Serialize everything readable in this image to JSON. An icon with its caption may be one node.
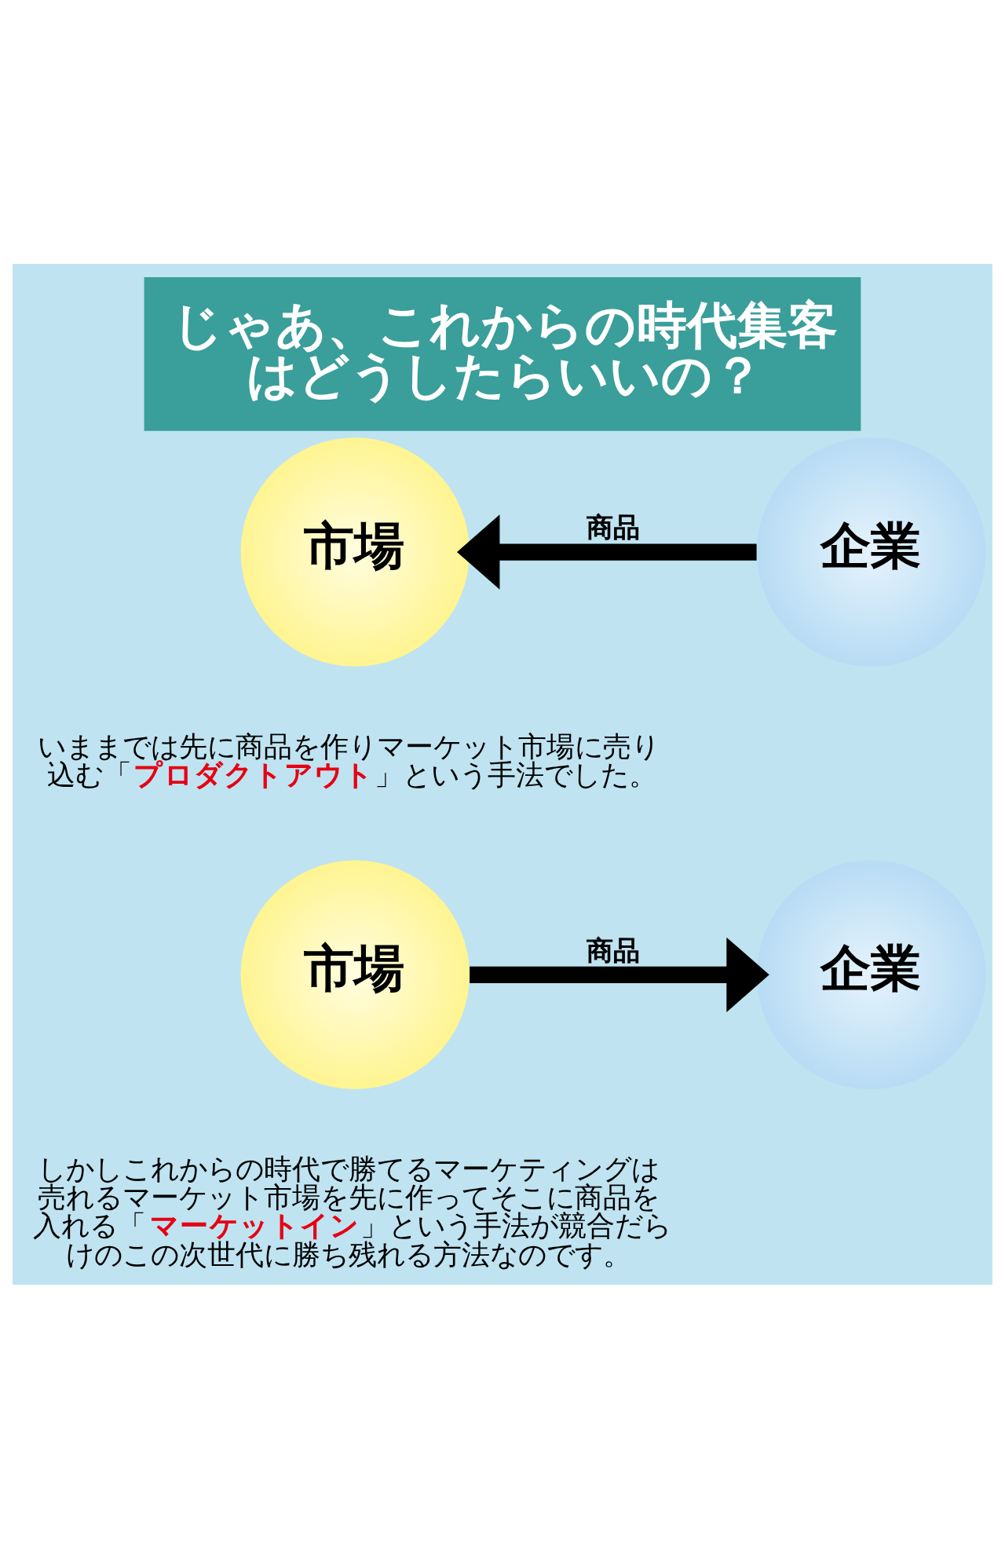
{
  "diagram": {
    "title": "じゃあ、これからの時代集客はどうしたらいいの？",
    "nodes": [
      {
        "text": [
          "市場"
        ]
      },
      {
        "text": [
          "企業"
        ]
      },
      {
        "text": [
          "市場"
        ]
      },
      {
        "text": [
          "企業"
        ]
      }
    ],
    "edges": [
      {
        "from": 1,
        "to": 0,
        "arrow": "to",
        "label": "商品"
      },
      {
        "from": 2,
        "to": 3,
        "arrow": "to",
        "label": "商品"
      }
    ],
    "labels": [
      "いままでは先に商品を作りマーケット市場に売り込む「**プロダクトアウト**」という手法でした。",
      "しかしこれからの時代で勝てるマーケティングは売れるマーケット市場を先に作ってそこに商品を入れる「**マーケットイン**」という手法が競合だらけのこの次世代に勝ち残れる方法なのです。"
    ]
  }
}
